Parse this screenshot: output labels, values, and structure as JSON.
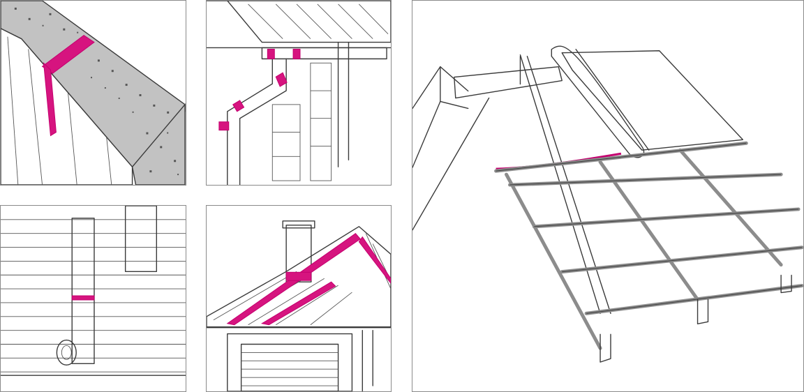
{
  "panels": [
    {
      "id": "insulation-joint",
      "icon": "foam-joint-illustration"
    },
    {
      "id": "gutter-downpipe",
      "icon": "downpipe-illustration"
    },
    {
      "id": "flue-pipe-wall",
      "icon": "flue-pipe-illustration"
    },
    {
      "id": "hip-roof-chimney",
      "icon": "hip-roof-illustration"
    },
    {
      "id": "roof-membrane-install",
      "icon": "membrane-roll-illustration"
    }
  ],
  "colors": {
    "accent": "#d6147f",
    "line": "#3a3a3a",
    "panel_border": "#8a8a8a",
    "foam": "#c2c2c2",
    "frame": "#8c8c8c"
  }
}
